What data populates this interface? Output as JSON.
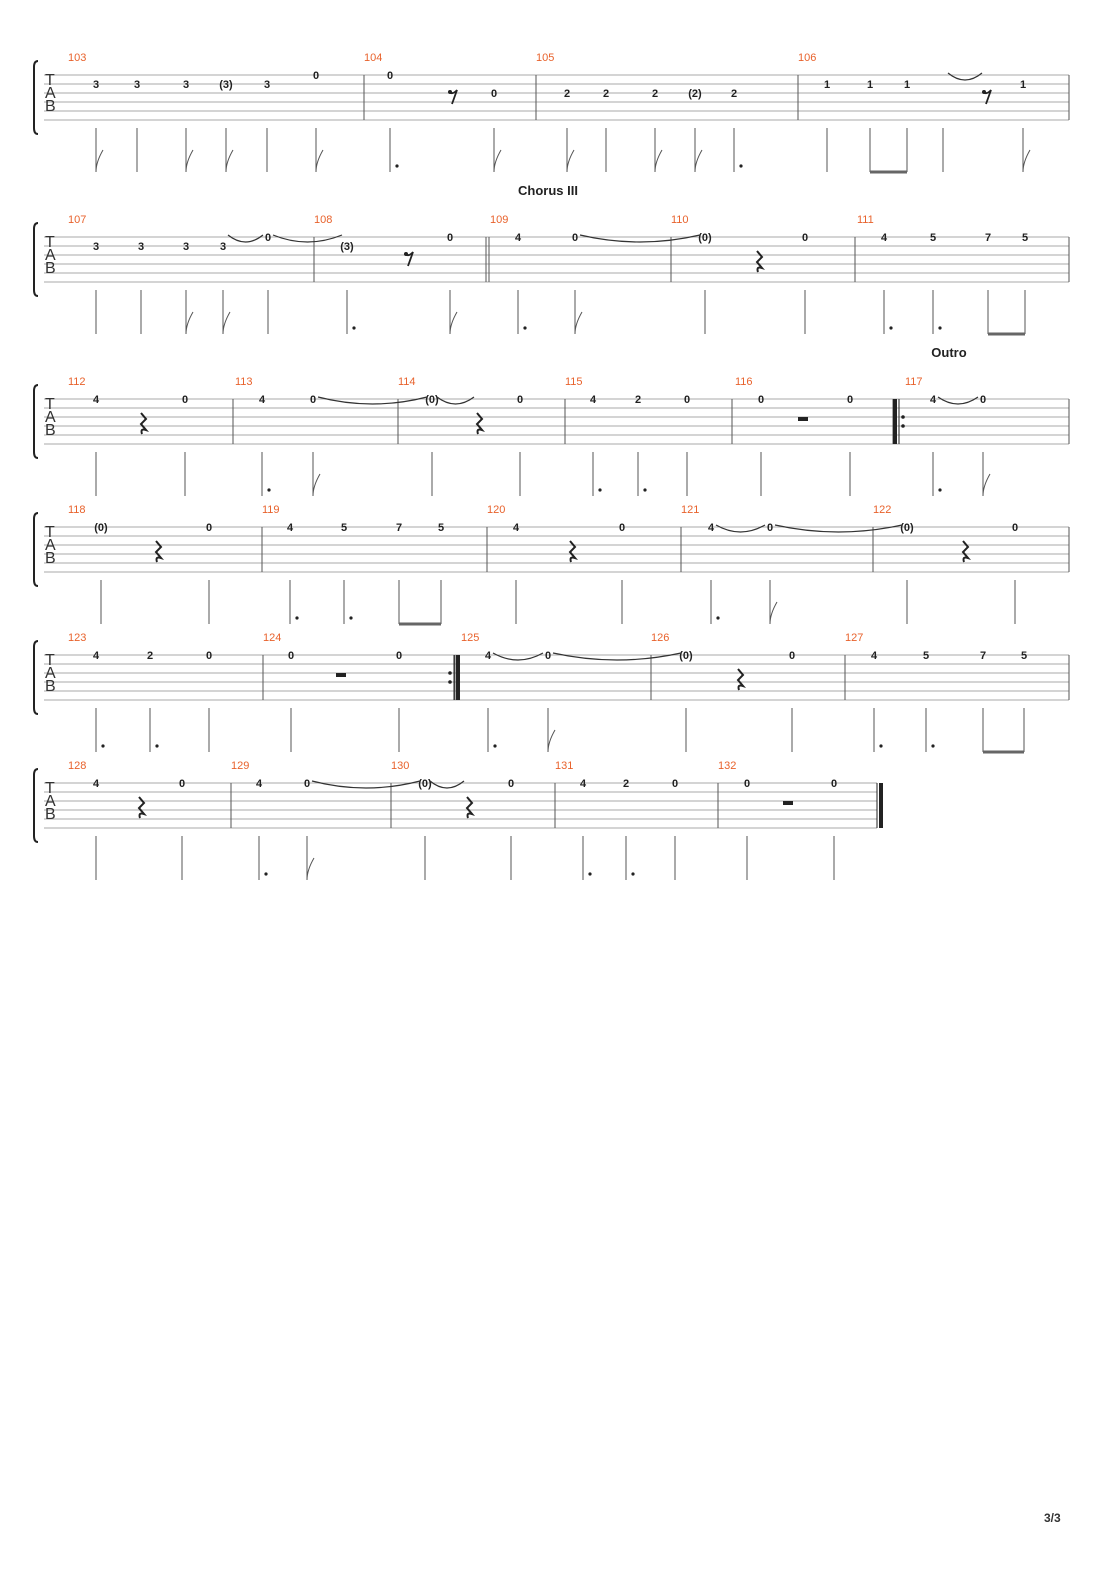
{
  "page_number": "3/3",
  "clef_letters": [
    "T",
    "A",
    "B"
  ],
  "section_labels": {
    "chorus": "Chorus III",
    "outro": "Outro"
  },
  "systems": [
    {
      "section": null,
      "first_measure": 103,
      "measure_numbers": [
        "103",
        "104",
        "105",
        "106"
      ],
      "notes": [
        {
          "fret": "3",
          "string": 1,
          "dur": "8"
        },
        {
          "fret": "3",
          "string": 1,
          "dur": "q"
        },
        {
          "fret": "3",
          "string": 1,
          "dur": "8"
        },
        {
          "fret": "(3)",
          "string": 1,
          "dur": "8"
        },
        {
          "fret": "3",
          "string": 1,
          "dur": "q"
        },
        {
          "fret": "0",
          "string": 0,
          "dur": "8"
        },
        {
          "fret": "0",
          "string": 0,
          "dur": "qd"
        },
        {
          "rest": "8"
        },
        {
          "fret": "0",
          "string": 2,
          "dur": "8"
        },
        {
          "fret": "2",
          "string": 2,
          "dur": "8"
        },
        {
          "fret": "2",
          "string": 2,
          "dur": "q"
        },
        {
          "fret": "2",
          "string": 2,
          "dur": "8"
        },
        {
          "fret": "(2)",
          "string": 2,
          "dur": "8"
        },
        {
          "fret": "2",
          "string": 2,
          "dur": "qd"
        },
        {
          "fret": "1",
          "string": 1,
          "dur": "q"
        },
        {
          "fret": "1",
          "string": 1,
          "dur": "8b"
        },
        {
          "fret": "1",
          "string": 1,
          "dur": "8b"
        },
        {
          "tie_target": true
        },
        {
          "rest": "8"
        },
        {
          "fret": "1",
          "string": 1,
          "dur": "8"
        }
      ]
    },
    {
      "section": "chorus",
      "first_measure": 107,
      "measure_numbers": [
        "107",
        "108",
        "109",
        "110",
        "111"
      ],
      "notes": [
        {
          "fret": "3",
          "string": 1,
          "dur": "q"
        },
        {
          "fret": "3",
          "string": 1,
          "dur": "q"
        },
        {
          "fret": "3",
          "string": 1,
          "dur": "8"
        },
        {
          "fret": "3",
          "string": 1,
          "dur": "8"
        },
        {
          "fret": "0",
          "string": 0,
          "dur": "q"
        },
        {
          "fret": "(3)",
          "string": 1,
          "dur": "qd"
        },
        {
          "rest": "8"
        },
        {
          "fret": "0",
          "string": 0,
          "dur": "8"
        },
        {
          "fret": "4",
          "string": 0,
          "dur": "qd"
        },
        {
          "fret": "0",
          "string": 0,
          "dur": "8"
        },
        {
          "fret": "(0)",
          "string": 0,
          "dur": "q"
        },
        {
          "rest": "q"
        },
        {
          "fret": "0",
          "string": 0,
          "dur": "q"
        },
        {
          "fret": "4",
          "string": 0,
          "dur": "qd"
        },
        {
          "fret": "5",
          "string": 0,
          "dur": "qd"
        },
        {
          "fret": "7",
          "string": 0,
          "dur": "8b"
        },
        {
          "fret": "5",
          "string": 0,
          "dur": "8b"
        }
      ]
    },
    {
      "section": "outro",
      "first_measure": 112,
      "measure_numbers": [
        "112",
        "113",
        "114",
        "115",
        "116",
        "117"
      ],
      "notes": [
        {
          "fret": "4",
          "string": 0,
          "dur": "q"
        },
        {
          "rest": "q"
        },
        {
          "fret": "0",
          "string": 0,
          "dur": "q"
        },
        {
          "fret": "4",
          "string": 0,
          "dur": "qd"
        },
        {
          "fret": "0",
          "string": 0,
          "dur": "8"
        },
        {
          "fret": "(0)",
          "string": 0,
          "dur": "q"
        },
        {
          "rest": "q"
        },
        {
          "fret": "0",
          "string": 0,
          "dur": "q"
        },
        {
          "fret": "4",
          "string": 0,
          "dur": "qd"
        },
        {
          "fret": "2",
          "string": 0,
          "dur": "qd"
        },
        {
          "fret": "0",
          "string": 0,
          "dur": "q"
        },
        {
          "fret": "0",
          "string": 0,
          "dur": "q"
        },
        {
          "rest": "h"
        },
        {
          "fret": "0",
          "string": 0,
          "dur": "q"
        },
        {
          "fret": "4",
          "string": 0,
          "dur": "qd"
        },
        {
          "fret": "0",
          "string": 0,
          "dur": "8"
        }
      ]
    },
    {
      "section": null,
      "first_measure": 118,
      "measure_numbers": [
        "118",
        "119",
        "120",
        "121",
        "122"
      ],
      "notes": [
        {
          "fret": "(0)",
          "string": 0,
          "dur": "q"
        },
        {
          "rest": "q"
        },
        {
          "fret": "0",
          "string": 0,
          "dur": "q"
        },
        {
          "fret": "4",
          "string": 0,
          "dur": "qd"
        },
        {
          "fret": "5",
          "string": 0,
          "dur": "qd"
        },
        {
          "fret": "7",
          "string": 0,
          "dur": "8b"
        },
        {
          "fret": "5",
          "string": 0,
          "dur": "8b"
        },
        {
          "fret": "4",
          "string": 0,
          "dur": "q"
        },
        {
          "rest": "q"
        },
        {
          "fret": "0",
          "string": 0,
          "dur": "q"
        },
        {
          "fret": "4",
          "string": 0,
          "dur": "qd"
        },
        {
          "fret": "0",
          "string": 0,
          "dur": "8"
        },
        {
          "fret": "(0)",
          "string": 0,
          "dur": "q"
        },
        {
          "rest": "q"
        },
        {
          "fret": "0",
          "string": 0,
          "dur": "q"
        }
      ]
    },
    {
      "section": null,
      "first_measure": 123,
      "measure_numbers": [
        "123",
        "124",
        "125",
        "126",
        "127"
      ],
      "notes": [
        {
          "fret": "4",
          "string": 0,
          "dur": "qd"
        },
        {
          "fret": "2",
          "string": 0,
          "dur": "qd"
        },
        {
          "fret": "0",
          "string": 0,
          "dur": "q"
        },
        {
          "fret": "0",
          "string": 0,
          "dur": "q"
        },
        {
          "rest": "h"
        },
        {
          "fret": "0",
          "string": 0,
          "dur": "q"
        },
        {
          "fret": "4",
          "string": 0,
          "dur": "qd"
        },
        {
          "fret": "0",
          "string": 0,
          "dur": "8"
        },
        {
          "fret": "(0)",
          "string": 0,
          "dur": "q"
        },
        {
          "rest": "q"
        },
        {
          "fret": "0",
          "string": 0,
          "dur": "q"
        },
        {
          "fret": "4",
          "string": 0,
          "dur": "qd"
        },
        {
          "fret": "5",
          "string": 0,
          "dur": "qd"
        },
        {
          "fret": "7",
          "string": 0,
          "dur": "8b"
        },
        {
          "fret": "5",
          "string": 0,
          "dur": "8b"
        }
      ]
    },
    {
      "section": null,
      "first_measure": 128,
      "measure_numbers": [
        "128",
        "129",
        "130",
        "131",
        "132"
      ],
      "notes": [
        {
          "fret": "4",
          "string": 0,
          "dur": "q"
        },
        {
          "rest": "q"
        },
        {
          "fret": "0",
          "string": 0,
          "dur": "q"
        },
        {
          "fret": "4",
          "string": 0,
          "dur": "qd"
        },
        {
          "fret": "0",
          "string": 0,
          "dur": "8"
        },
        {
          "fret": "(0)",
          "string": 0,
          "dur": "q"
        },
        {
          "rest": "q"
        },
        {
          "fret": "0",
          "string": 0,
          "dur": "q"
        },
        {
          "fret": "4",
          "string": 0,
          "dur": "qd"
        },
        {
          "fret": "2",
          "string": 0,
          "dur": "qd"
        },
        {
          "fret": "0",
          "string": 0,
          "dur": "q"
        },
        {
          "fret": "0",
          "string": 0,
          "dur": "q"
        },
        {
          "rest": "h"
        },
        {
          "fret": "0",
          "string": 0,
          "dur": "q"
        }
      ]
    }
  ]
}
